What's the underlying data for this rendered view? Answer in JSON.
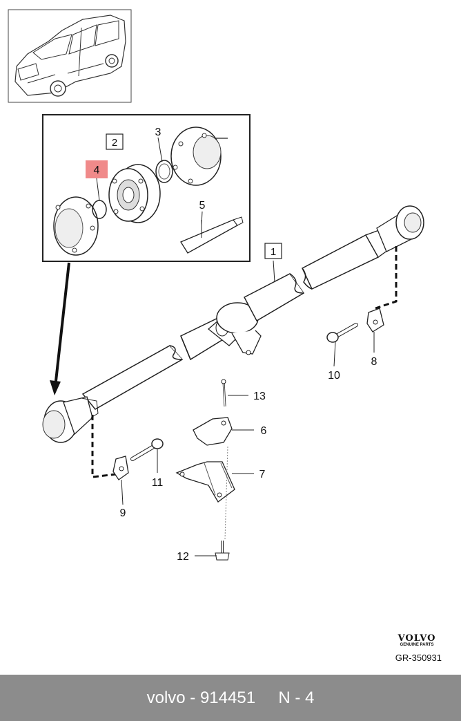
{
  "diagram": {
    "callouts": {
      "c1": "1",
      "c2": "2",
      "c3": "3",
      "c4": "4",
      "c5": "5",
      "c6": "6",
      "c7": "7",
      "c8": "8",
      "c9": "9",
      "c10": "10",
      "c11": "11",
      "c12": "12",
      "c13": "13"
    },
    "highlight_color": "#f08a8a"
  },
  "brand": {
    "wordmark": "VOLVO",
    "subline": "GENUINE PARTS"
  },
  "figure_ref": "GR-350931",
  "footer": {
    "text": "volvo - 914451     N - 4",
    "bg_color": "#8c8c8c"
  }
}
